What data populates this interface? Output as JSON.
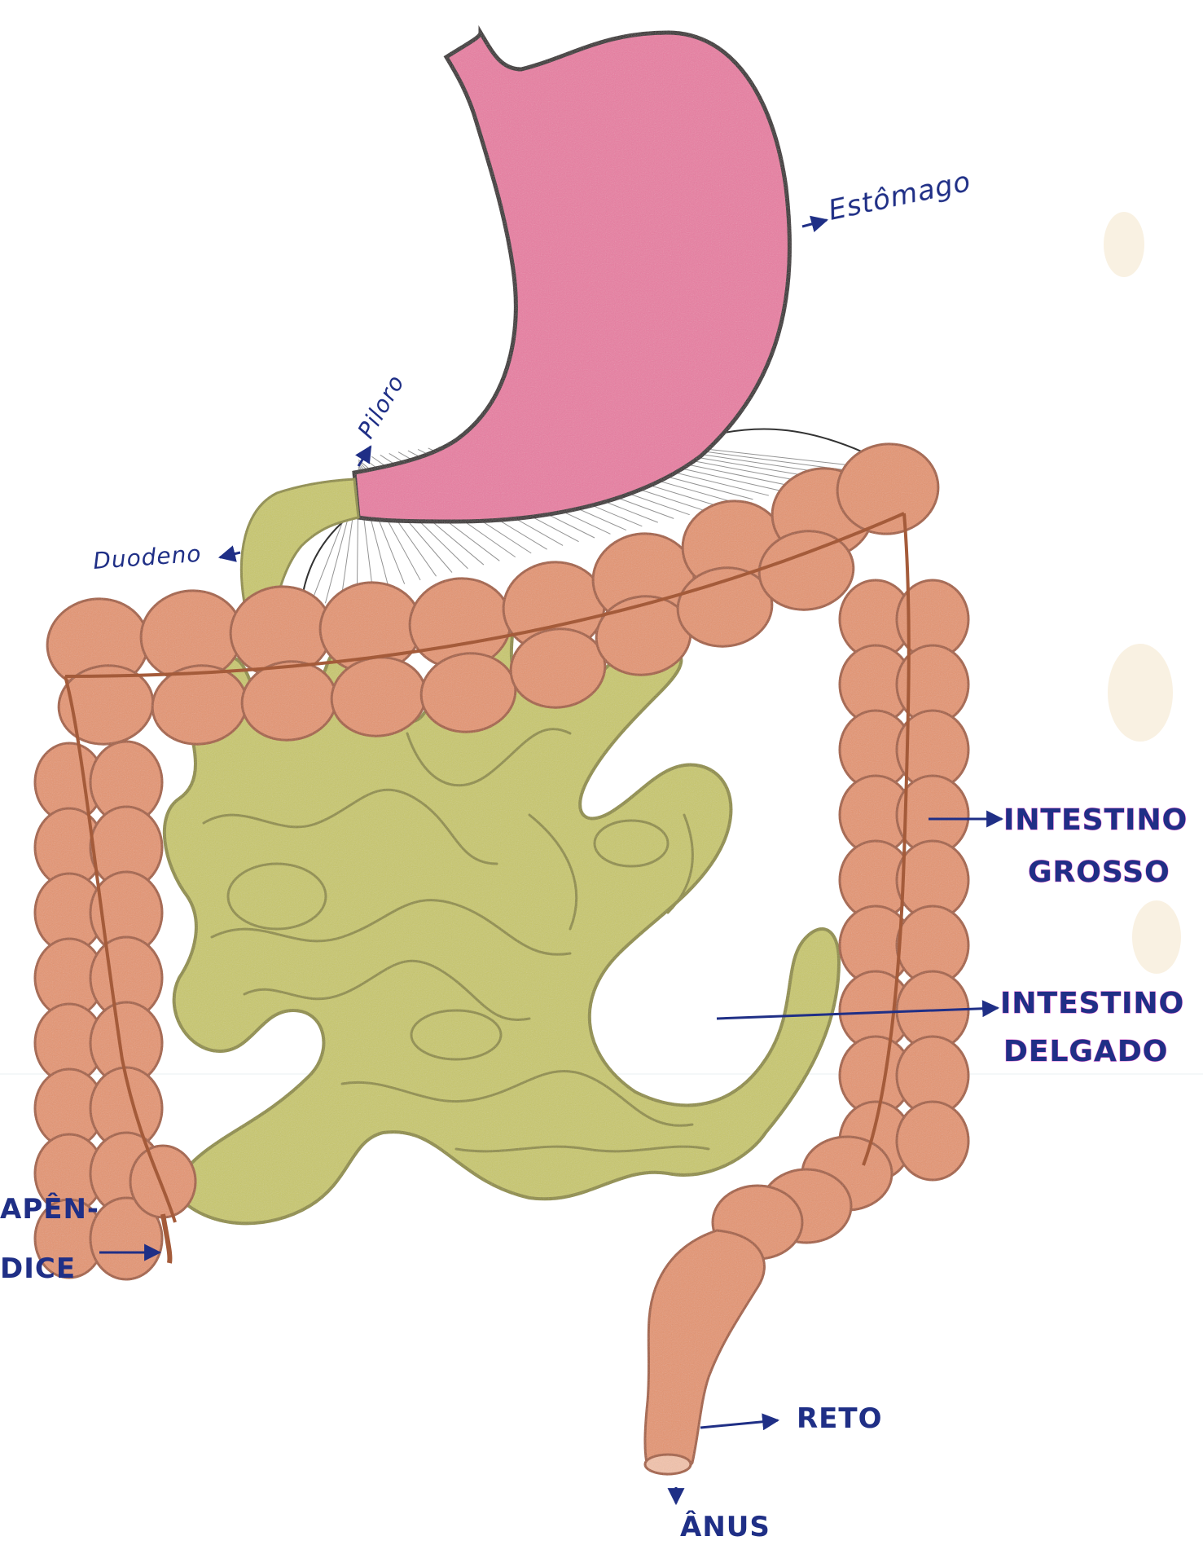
{
  "diagram": {
    "organs": {
      "stomach": {
        "color": "#e97ba1",
        "outline": "#2a2323"
      },
      "small_intestine": {
        "color": "#c9c86a",
        "outline": "#8f8c3e"
      },
      "large_intestine": {
        "color": "#e59470",
        "outline": "#a45b3a"
      }
    },
    "labels": {
      "estomago": "Estômago",
      "piloro": "Piloro",
      "duodeno": "Duodeno",
      "intestino_grosso_1": "INTESTINO",
      "intestino_grosso_2": "GROSSO",
      "intestino_delgado_1": "INTESTINO",
      "intestino_delgado_2": "DELGADO",
      "apendice_1": "APÊN-",
      "apendice_2": "DICE",
      "reto": "RETO",
      "anus": "ÂNUS"
    },
    "colors": {
      "label_ink": "#1f2f86",
      "highlight": "#f06bd6"
    }
  }
}
